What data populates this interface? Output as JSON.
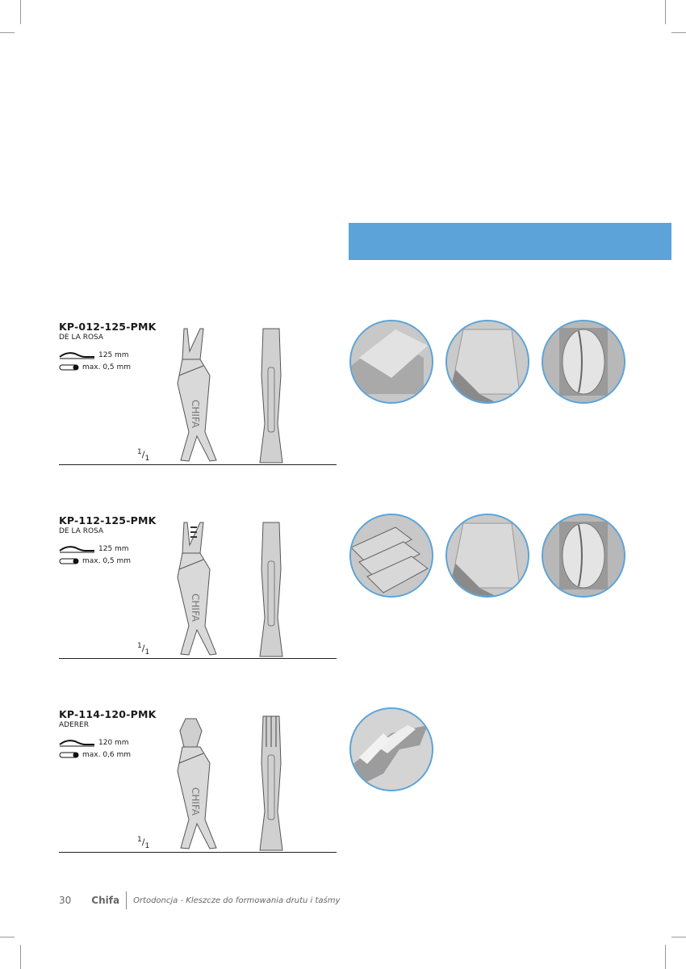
{
  "products": [
    {
      "code": "KP-012-125-PMK",
      "name": "DE LA ROSA",
      "length": "125 mm",
      "wire": "max. 0,5 mm",
      "scale_num": "1",
      "scale_den": "1",
      "details": [
        "flat",
        "beak",
        "serrated"
      ],
      "type": "flat"
    },
    {
      "code": "KP-112-125-PMK",
      "name": "DE LA ROSA",
      "length": "125 mm",
      "wire": "max. 0,5 mm",
      "scale_num": "1",
      "scale_den": "1",
      "details": [
        "grooved",
        "beak",
        "serrated"
      ],
      "type": "grooved"
    },
    {
      "code": "KP-114-120-PMK",
      "name": "ADERER",
      "length": "120 mm",
      "wire": "max. 0,6 mm",
      "scale_num": "1",
      "scale_den": "1",
      "details": [
        "three-prong"
      ],
      "type": "aderer"
    }
  ],
  "brand_mark": "CHIFA",
  "footer": {
    "page": "30",
    "brand": "Chifa",
    "title": "Ortodoncja - Kleszcze do formowania drutu i taśmy"
  },
  "colors": {
    "accent": "#5ba3d9"
  }
}
